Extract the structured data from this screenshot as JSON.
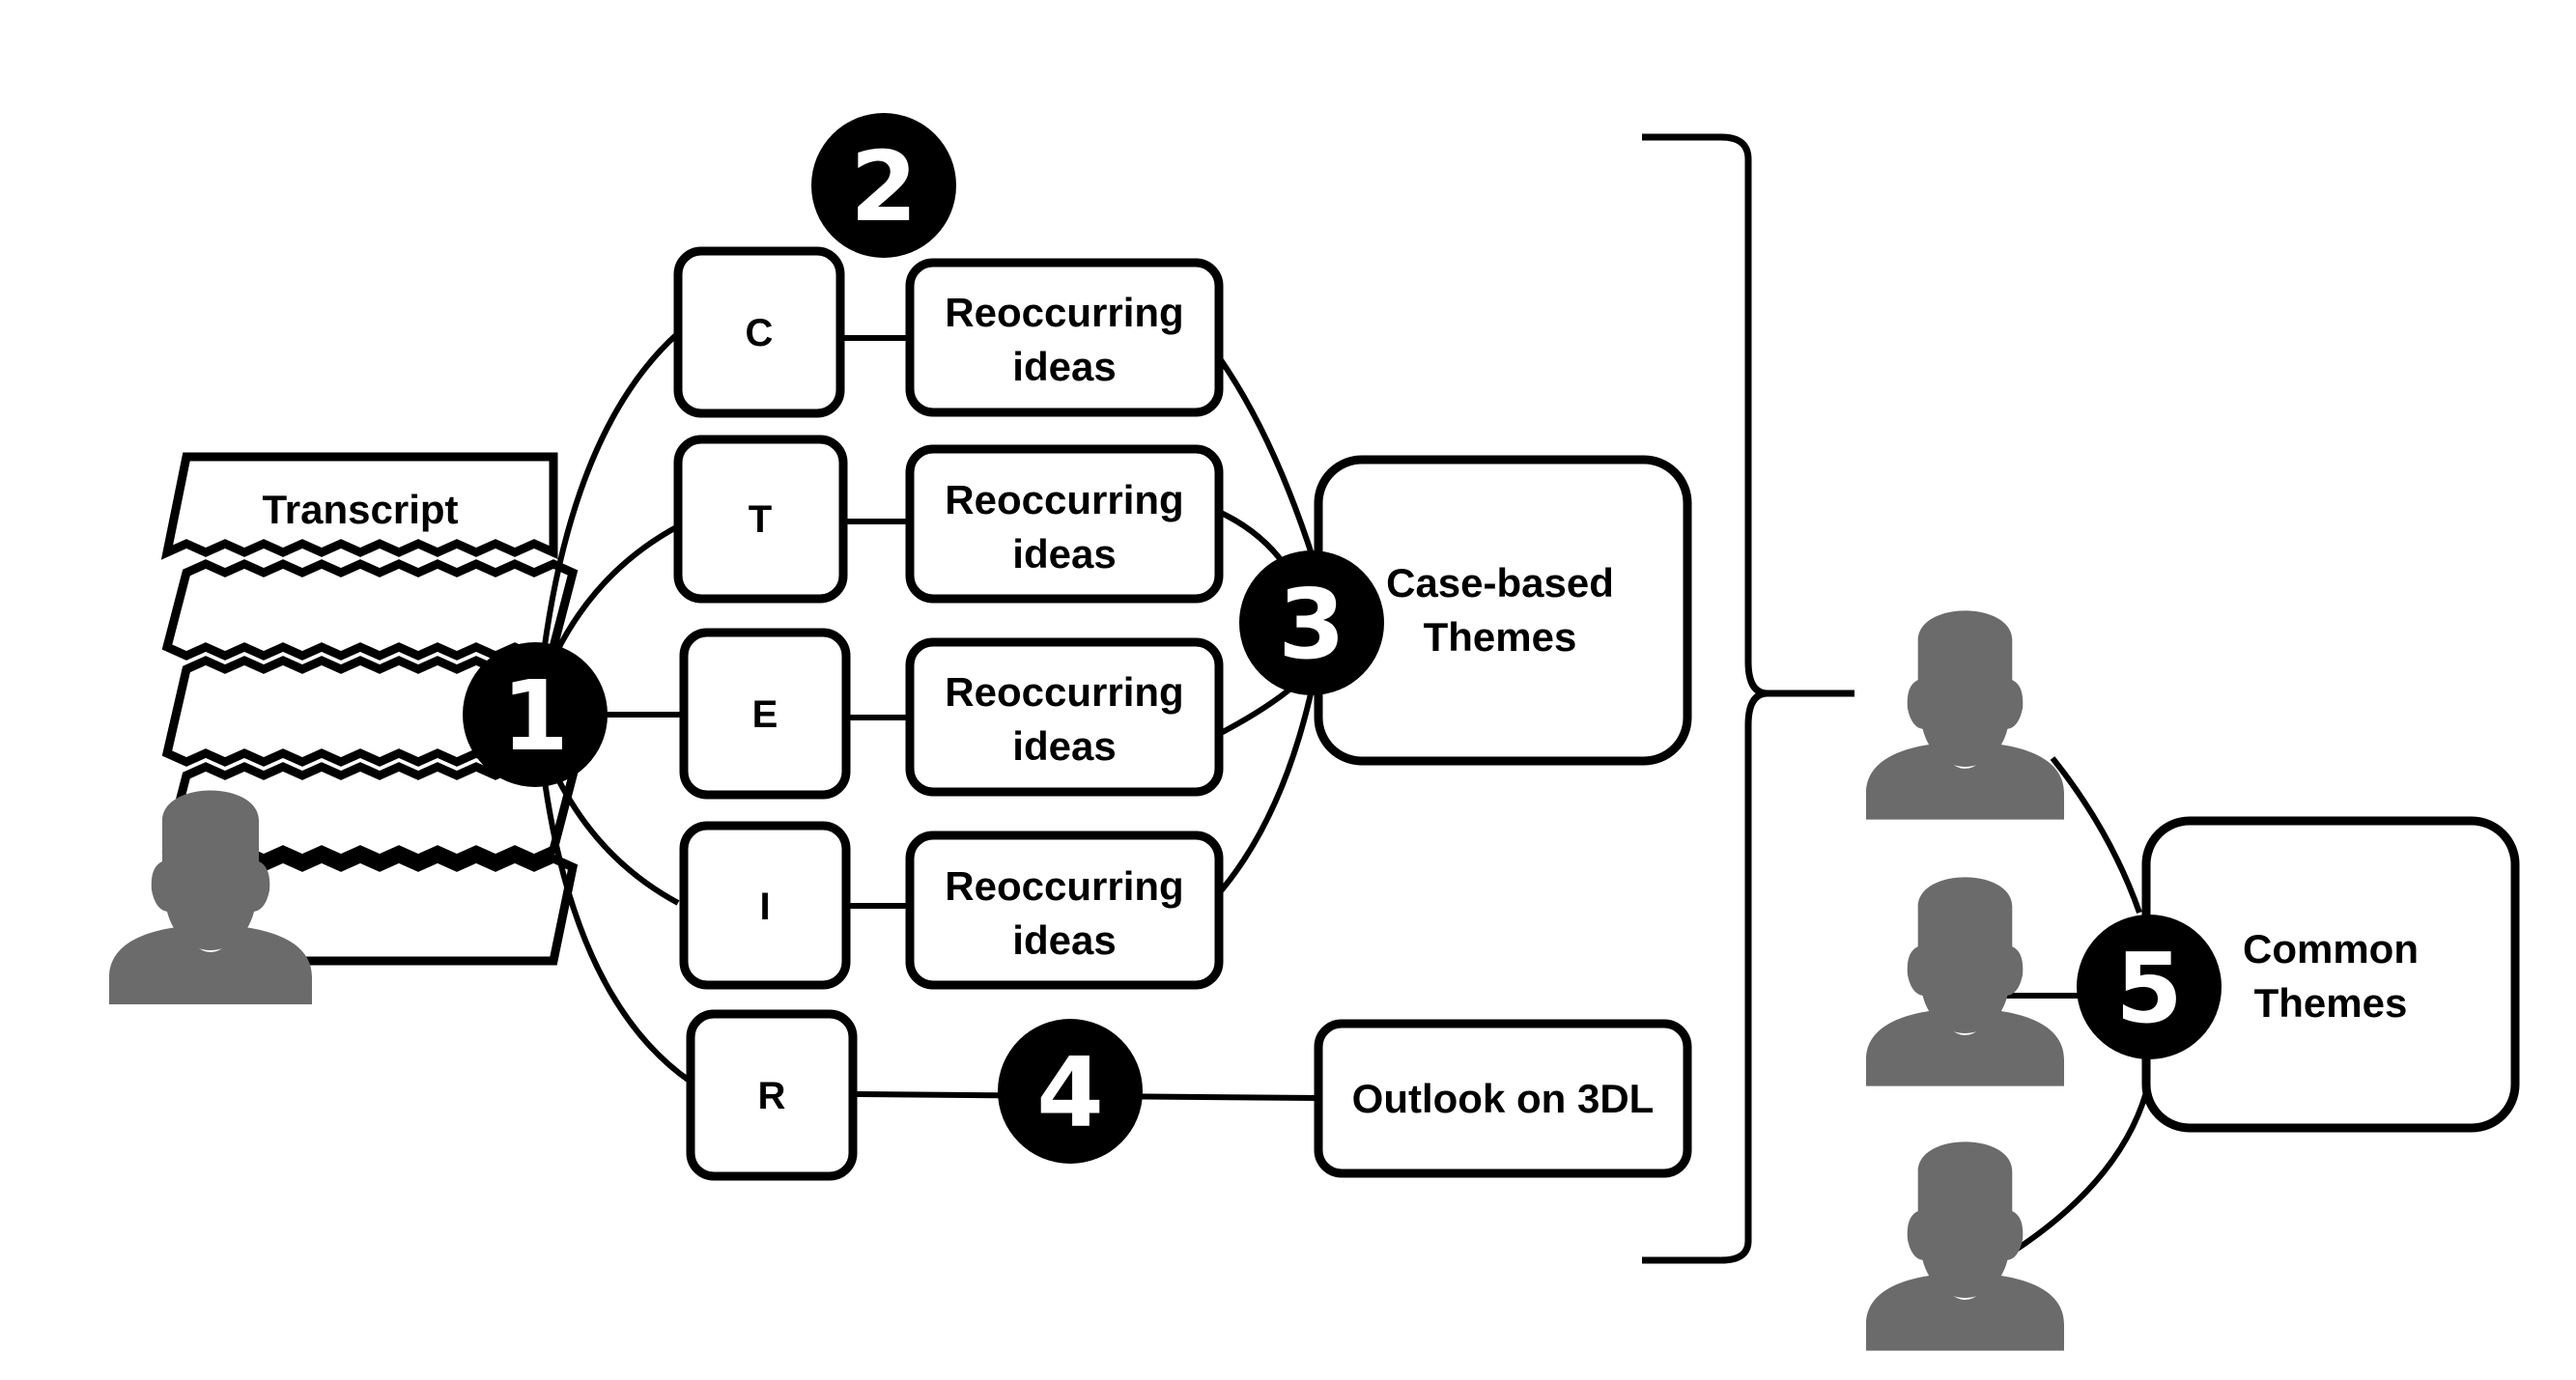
{
  "diagram": {
    "transcript_label": "Transcript",
    "categories": [
      "C",
      "T",
      "E",
      "I",
      "R"
    ],
    "idea_label_line1": "Reoccurring",
    "idea_label_line2": "ideas",
    "case_themes_line1": "Case-based",
    "case_themes_line2": "Themes",
    "outlook_label": "Outlook on 3DL",
    "common_themes_line1": "Common",
    "common_themes_line2": "Themes",
    "step_numbers": [
      "1",
      "2",
      "3",
      "4",
      "5"
    ],
    "colors": {
      "stroke": "#000000",
      "marker_fill": "#000000",
      "person_fill": "#6b6b6b",
      "background": "#ffffff"
    }
  }
}
